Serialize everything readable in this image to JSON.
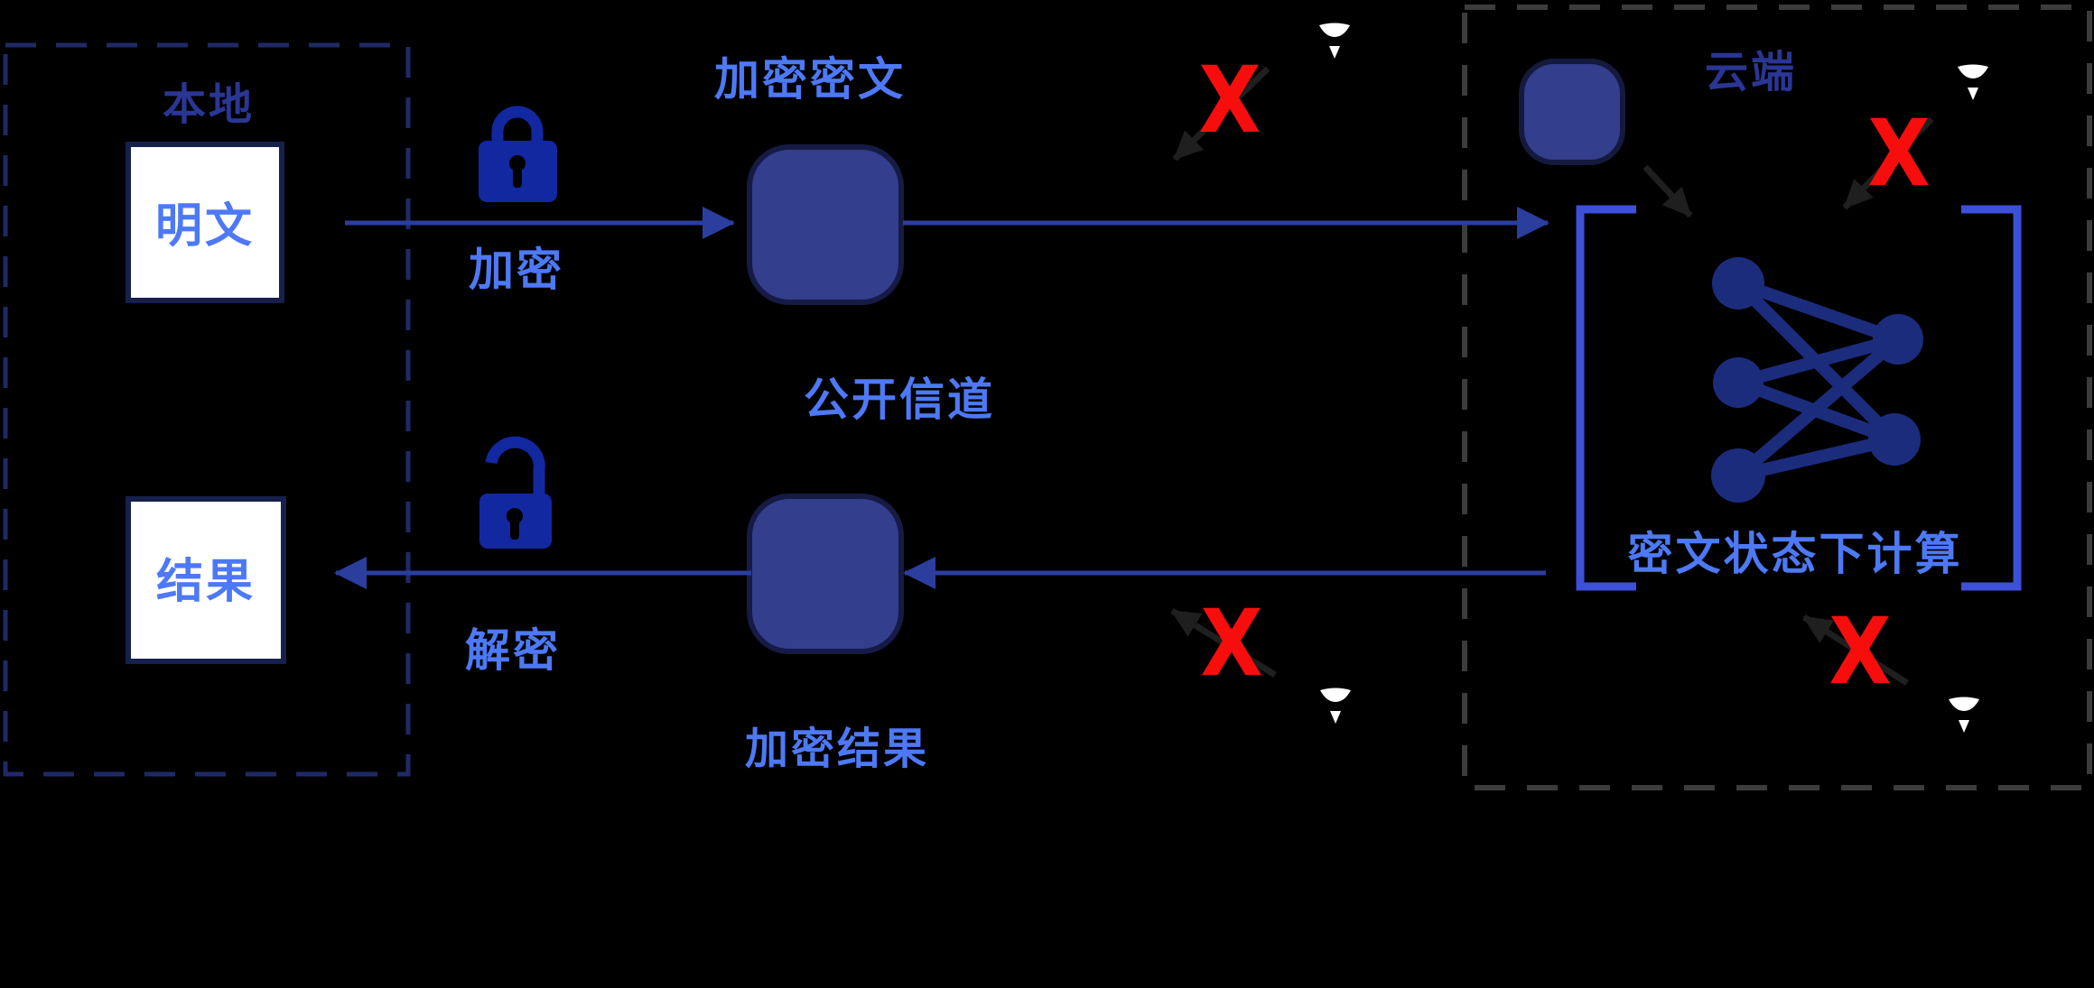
{
  "diagram": {
    "title_implicit": "同态加密流程示意",
    "regions": {
      "local_label": "本地",
      "cloud_label": "云端"
    },
    "labels": {
      "plaintext": "明文",
      "result": "结果",
      "encrypt": "加密",
      "decrypt": "解密",
      "encrypted_ciphertext": "加密密文",
      "public_channel": "公开信道",
      "encrypted_result": "加密结果",
      "ciphertext_compute": "密文状态下计算"
    },
    "blocked_mark": "X",
    "icons": {
      "lock_closed": "lock-closed-icon",
      "lock_open": "lock-open-icon",
      "neural_network": "neural-network-icon",
      "attacker": "spy-attacker-icon",
      "ciphertext_block": "rounded-square-block",
      "packet_block": "rounded-square-packet"
    },
    "colors": {
      "background": "#000000",
      "bright_blue_text": "#4d79f6",
      "dark_navy_text": "#2a3694",
      "block_fill": "#333e8c",
      "block_stroke": "#161b45",
      "lock_blue": "#1228a0",
      "arrow_navy": "#2b3e9e",
      "bracket_indigo": "#3c50d9",
      "network_navy": "#1c2c7d",
      "local_border_navy": "#1e2a66",
      "cloud_border_gray": "#3c3c3c",
      "blocked_red": "#f80d0d",
      "attacker_arrow_black": "#1f1f1f",
      "io_box_fill": "#ffffff"
    }
  }
}
